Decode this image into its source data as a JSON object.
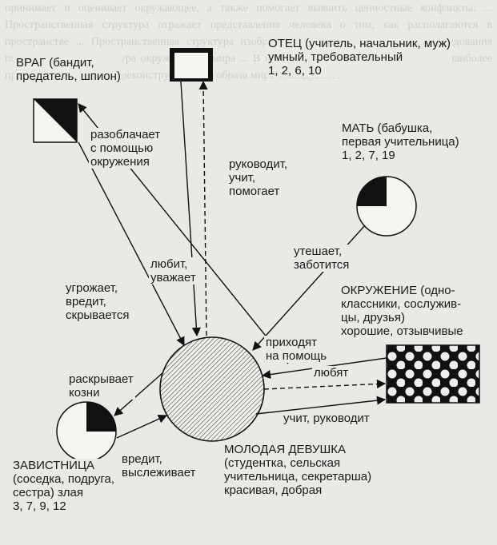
{
  "background_text": "принимает и оценивает окружающее, а также помогает выявить ценностные конфликты. ... Пространственная структура отражает представления человека о том, как располагаются в пространстве ... Пространственная структура изображаемого, сосредоточенная ... Исследования показывают, что структура окружающего мира ... В целом метод позволяет осуществить наиболее простое и всестороннее реконструирование образа мира обследуемого",
  "nodes": {
    "enemy": {
      "title": "ВРАГ (бандит,",
      "line2": "предатель, шпион)"
    },
    "father": {
      "title": "ОТЕЦ (учитель, начальник, муж)",
      "line2": "умный, требовательный",
      "line3": "1, 2, 6, 10"
    },
    "mother": {
      "title": "МАТЬ (бабушка,",
      "line2": "первая учительница)",
      "line3": "1, 2, 7, 19"
    },
    "surroundings": {
      "title": "ОКРУЖЕНИЕ (одно-",
      "line2": "классники, сослужив-",
      "line3": "цы, друзья)",
      "line4": "хорошие, отзывчивые"
    },
    "envious": {
      "title": "ЗАВИСТНИЦА",
      "line2": "(соседка, подруга,",
      "line3": "сестра) злая",
      "line4": "3, 7, 9, 12"
    },
    "girl": {
      "title": "МОЛОДАЯ ДЕВУШКА",
      "line2": "(студентка, сельская",
      "line3": "учительница, секретарша)",
      "line4": "красивая, добрая"
    }
  },
  "edges": {
    "exposes": {
      "line1": "разоблачает",
      "line2": "с помощью",
      "line3": "окружения"
    },
    "guides": {
      "line1": "руководит,",
      "line2": "учит,",
      "line3": "помогает"
    },
    "comforts": {
      "line1": "утешает,",
      "line2": "заботится"
    },
    "loves_respects": {
      "line1": "любит,",
      "line2": "уважает"
    },
    "threatens": {
      "line1": "угрожает,",
      "line2": "вредит,",
      "line3": "скрывается"
    },
    "helps": {
      "line1": "приходят",
      "line2": "на помощь"
    },
    "love": {
      "line1": "любят"
    },
    "teaches": {
      "line1": "учит, руководит"
    },
    "reveals": {
      "line1": "раскрывает",
      "line2": "козни"
    },
    "harms": {
      "line1": "вредит,",
      "line2": "выслеживает"
    }
  }
}
